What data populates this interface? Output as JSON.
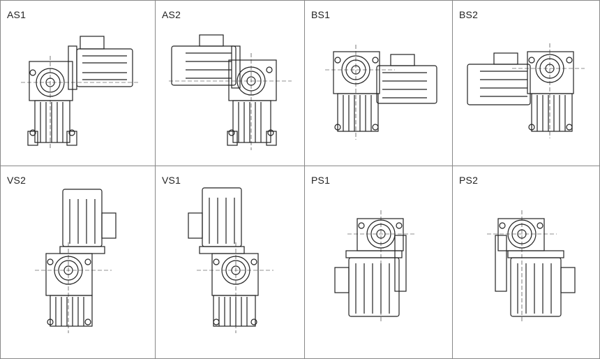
{
  "cells": [
    {
      "label": "AS1"
    },
    {
      "label": "AS2"
    },
    {
      "label": "BS1"
    },
    {
      "label": "BS2"
    },
    {
      "label": "VS2"
    },
    {
      "label": "VS1"
    },
    {
      "label": "PS1"
    },
    {
      "label": "PS2"
    }
  ]
}
